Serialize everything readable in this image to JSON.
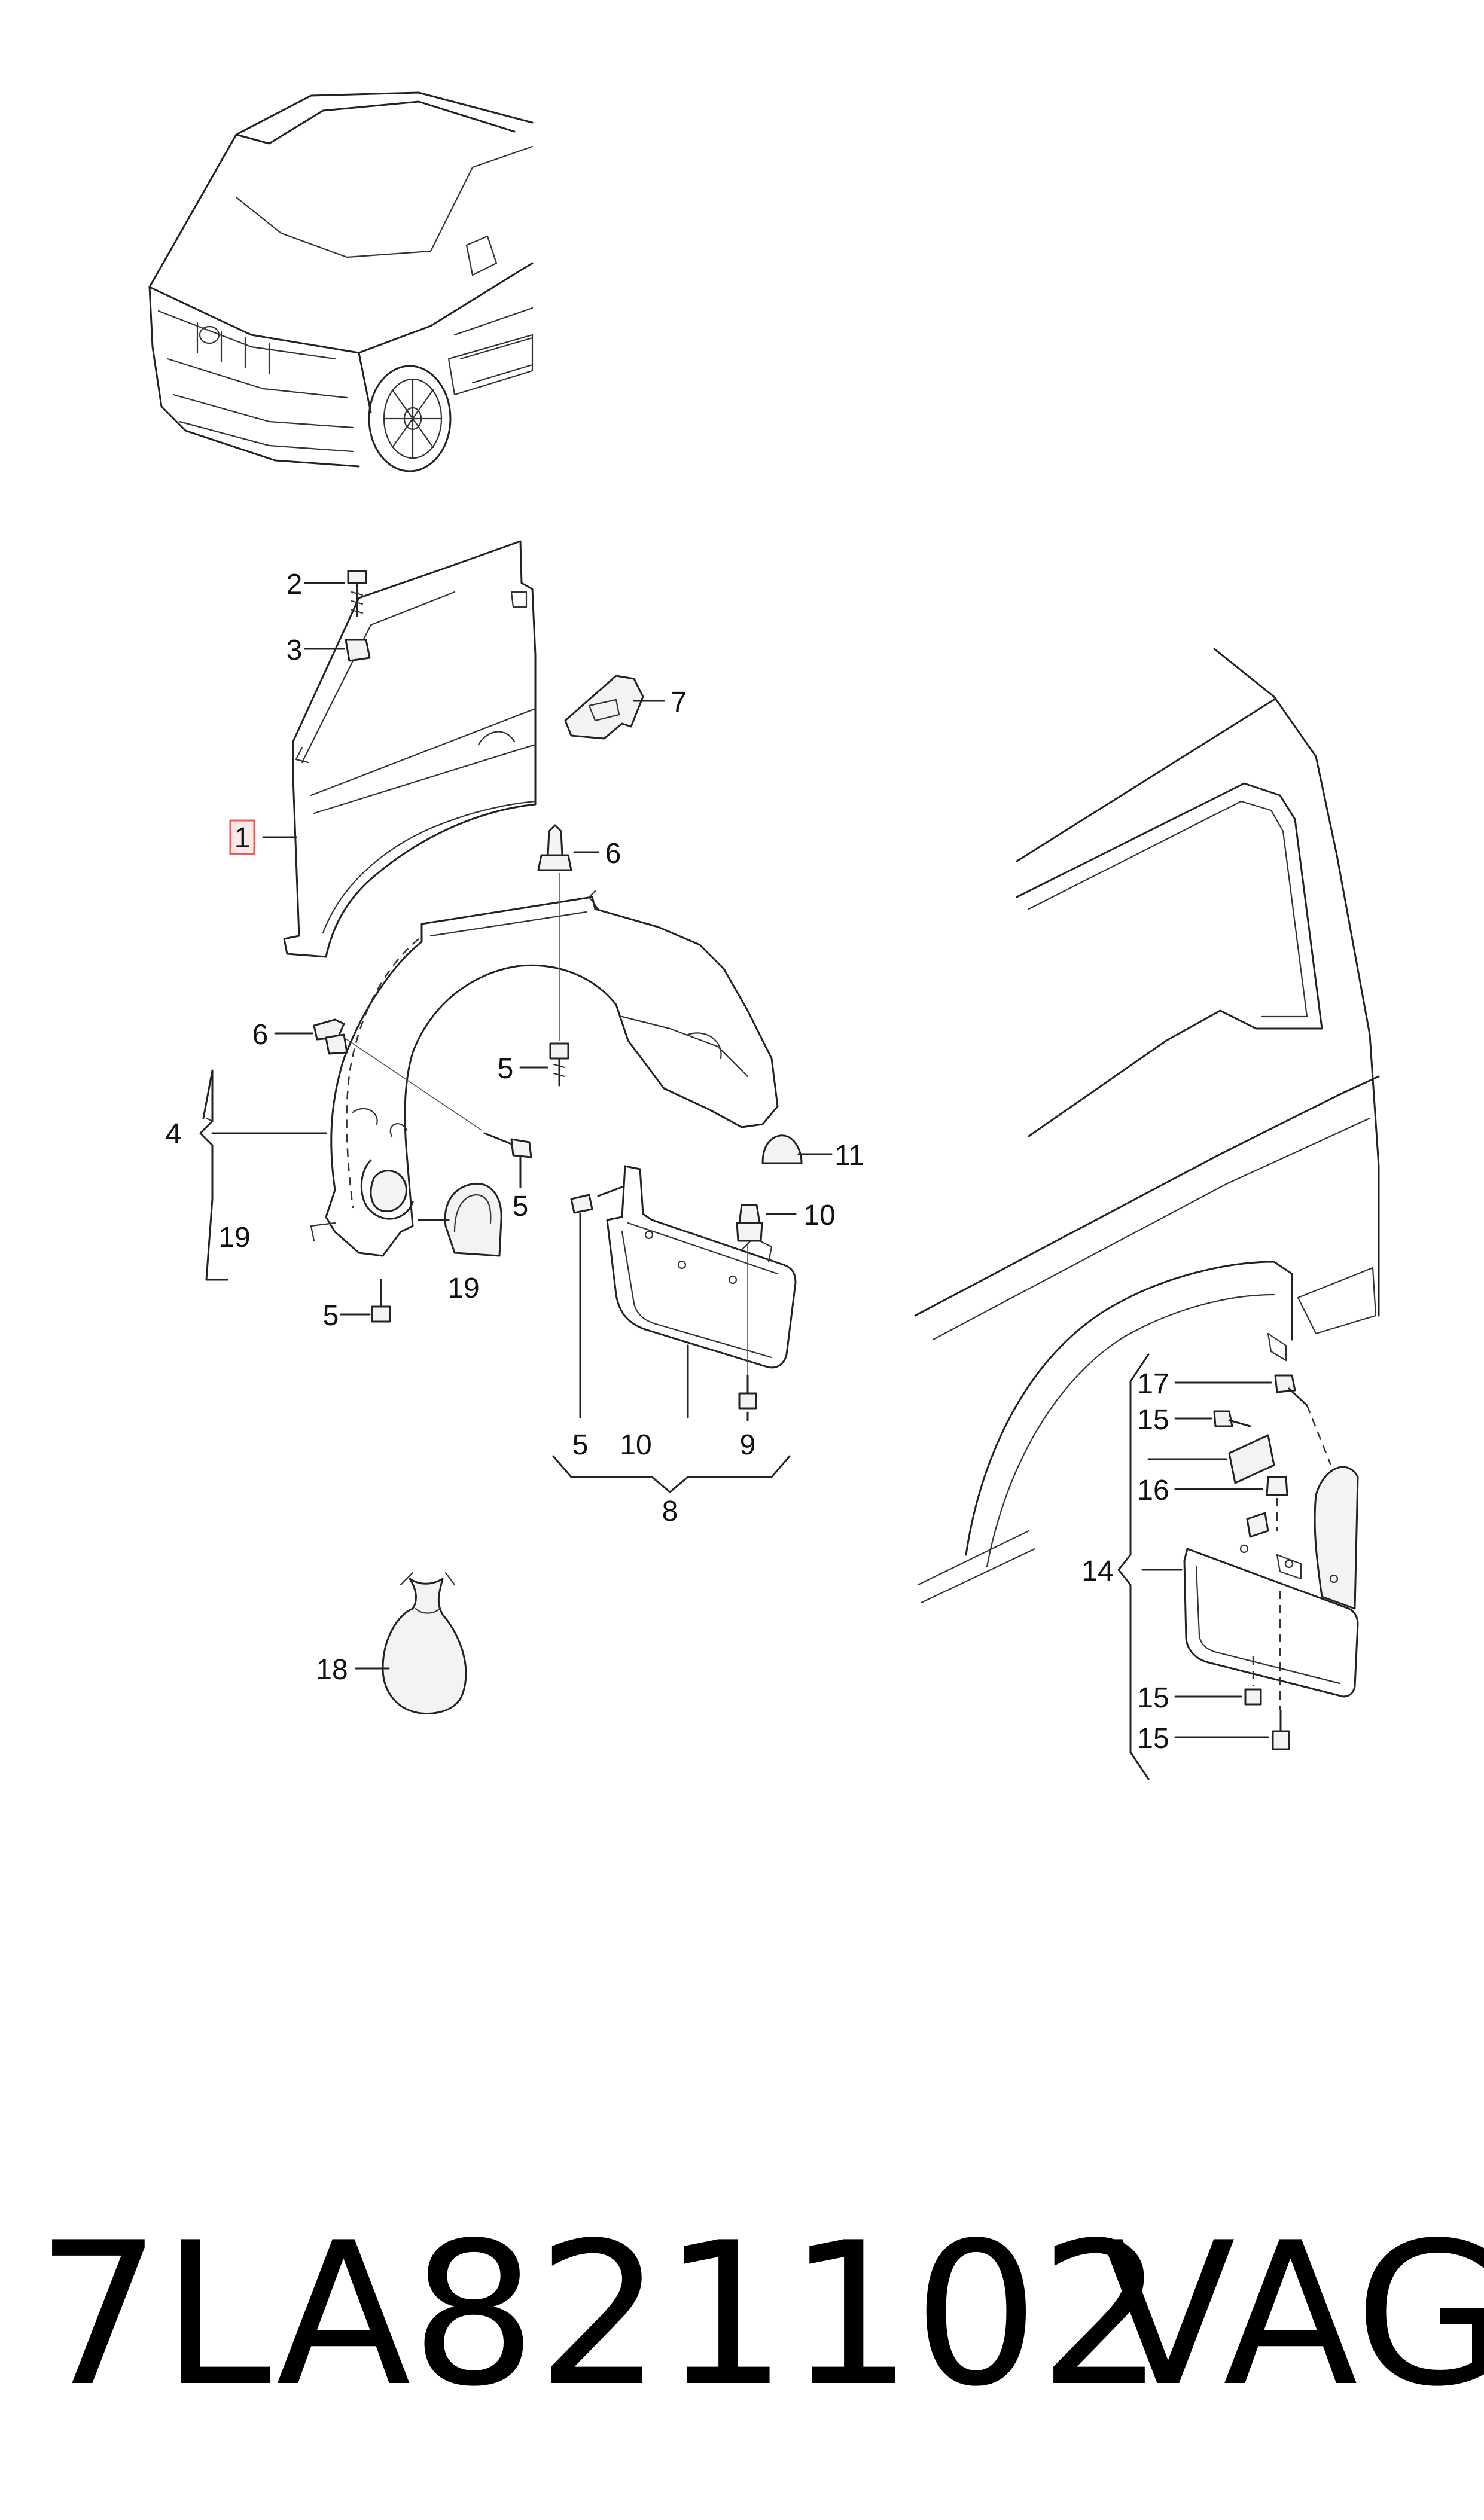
{
  "callouts": {
    "c1": "1",
    "c2": "2",
    "c3": "3",
    "c4": "4",
    "c5a": "5",
    "c5b": "5",
    "c5c": "5",
    "c5d": "5",
    "c6a": "6",
    "c6b": "6",
    "c7": "7",
    "c8": "8",
    "c9": "9",
    "c10a": "10",
    "c10b": "10",
    "c11": "11",
    "c14": "14",
    "c15a": "15",
    "c15b": "15",
    "c15c": "15",
    "c16": "16",
    "c17": "17",
    "c18": "18",
    "c19a": "19",
    "c19b": "19"
  },
  "highlighted_part": "1",
  "part_number": "7LA821102",
  "brand": "VAG",
  "colors": {
    "highlight_fill": "#fde8e8",
    "highlight_stroke": "#e06060",
    "line": "#222222"
  }
}
